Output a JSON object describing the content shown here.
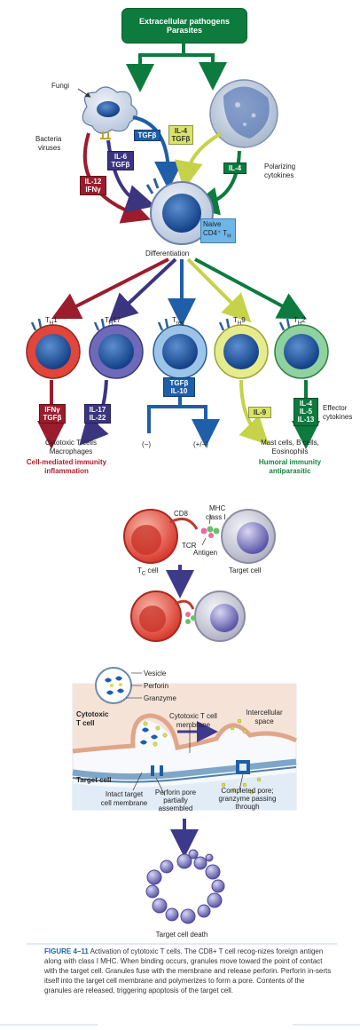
{
  "top_box": {
    "line1": "Extracellular pathogens",
    "line2": "Parasites"
  },
  "labels": {
    "fungi": "Fungi",
    "bacteria_1": "Bacteria",
    "bacteria_2": "viruses",
    "polarizing_1": "Polarizing",
    "polarizing_2": "cytokines",
    "naive_1": "Naive",
    "naive_2": "CD4⁺ T",
    "naive_sub": "H",
    "differentiation": "Differentiation",
    "effector_1": "Effector",
    "effector_2": "cytokines"
  },
  "polarizing_cytokines": {
    "il12": [
      "IL-12",
      "IFNγ"
    ],
    "il6": [
      "IL-6",
      "TGFβ"
    ],
    "tgfb": [
      "TGFβ"
    ],
    "il4": [
      "IL-4",
      "TGFβ"
    ],
    "il4b": [
      "IL-4"
    ]
  },
  "subsets": [
    {
      "base": "T",
      "sub": "H",
      "suffix": "1",
      "color": "#e2453a"
    },
    {
      "base": "T",
      "sub": "H",
      "suffix": "17",
      "color": "#6e69b8"
    },
    {
      "base": "T",
      "sub": "reg",
      "suffix": "",
      "color": "#2b77b8"
    },
    {
      "base": "T",
      "sub": "H",
      "suffix": "9",
      "color": "#d9e36a"
    },
    {
      "base": "T",
      "sub": "H",
      "suffix": "2",
      "color": "#3fa85c"
    }
  ],
  "effector_cytokines": {
    "th1": [
      "IFNγ",
      "TGFβ"
    ],
    "th17": [
      "IL-17",
      "IL-22"
    ],
    "treg": [
      "TGFβ",
      "IL-10"
    ],
    "th9": [
      "IL-9"
    ],
    "th2": [
      "IL-4",
      "IL-5",
      "IL-13"
    ]
  },
  "outcomes": {
    "left_1": "Cytotoxic T cells",
    "left_2": "Macrophages",
    "cell_mediated_1": "Cell-mediated immunity",
    "cell_mediated_2": "inflammation",
    "minus": "(−)",
    "plus_minus": "(+/−)",
    "right_1": "Mast cells, B cells,",
    "right_2": "Eosinophils",
    "humoral_1": "Humoral immunity",
    "humoral_2": "antiparasitic"
  },
  "recognition": {
    "cd8": "CD8",
    "mhc_1": "MHC",
    "mhc_2": "class I",
    "tcr": "TCR",
    "antigen": "Antigen",
    "tc_base": "T",
    "tc_sub": "C",
    "tc_suffix": " cell",
    "target": "Target cell"
  },
  "perforin": {
    "vesicle": "Vesicle",
    "perforin": "Perforin",
    "granzyme": "Granzyme",
    "cytotoxic_1": "Cytotoxic",
    "cytotoxic_2": "T cell",
    "membrane_1": "Cytotoxic T cell",
    "membrane_2": "membrane",
    "intercellular_1": "Intercellular",
    "intercellular_2": "space",
    "target_cell": "Target cell",
    "partial_1": "Perforin pore",
    "partial_2": "partially",
    "partial_3": "assembled",
    "intact_1": "Intact target",
    "intact_2": "cell membrane",
    "completed_1": "Completed pore;",
    "completed_2": "granzyme passing",
    "completed_3": "through"
  },
  "death": "Target cell death",
  "caption": {
    "label": "FIGURE 4–11",
    "text": "Activation of cytotoxic T cells. The CD8+ T cell recog-nizes foreign antigen along with class I MHC. When binding occurs, granules move toward the point of contact with the target cell. Granules fuse with the membrane and release perforin. Perforin in-serts itself into the target cell membrane and polymerizes to form a pore. Contents of the granules are released, triggering apoptosis of the target cell."
  },
  "colors": {
    "green": "#0d7a3e",
    "red_box": "#9b1c2c",
    "purple_box": "#3b3580",
    "blue_box": "#1f5ea8",
    "yellow_box": "#d9e36a",
    "naive_label": "#6fb6e8",
    "cell_mediated": "#b01e2c",
    "humoral": "#17843f"
  }
}
